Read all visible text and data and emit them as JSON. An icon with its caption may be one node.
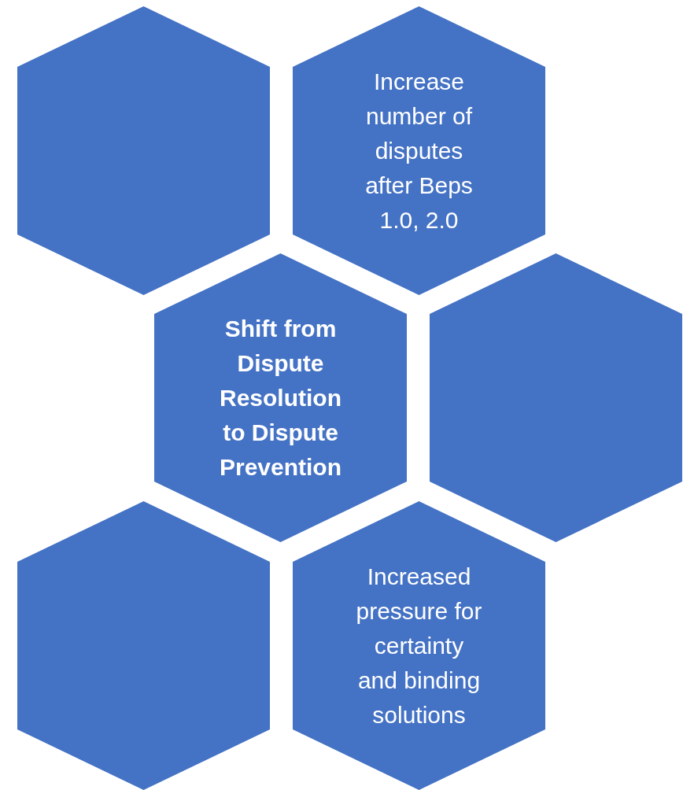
{
  "diagram": {
    "nodes": [
      {
        "text": [],
        "shape": "hexagon"
      },
      {
        "text": [
          "Increase number of disputes after Beps 1.0, 2.0"
        ]
      },
      {
        "text": [
          "Shift from Dispute Resolution to Dispute Prevention"
        ]
      },
      {
        "text": [],
        "shape": "hexagon"
      },
      {
        "text": [],
        "shape": "hexagon"
      },
      {
        "text": [
          "Increased pressure for certainty and binding solutions"
        ]
      }
    ]
  }
}
